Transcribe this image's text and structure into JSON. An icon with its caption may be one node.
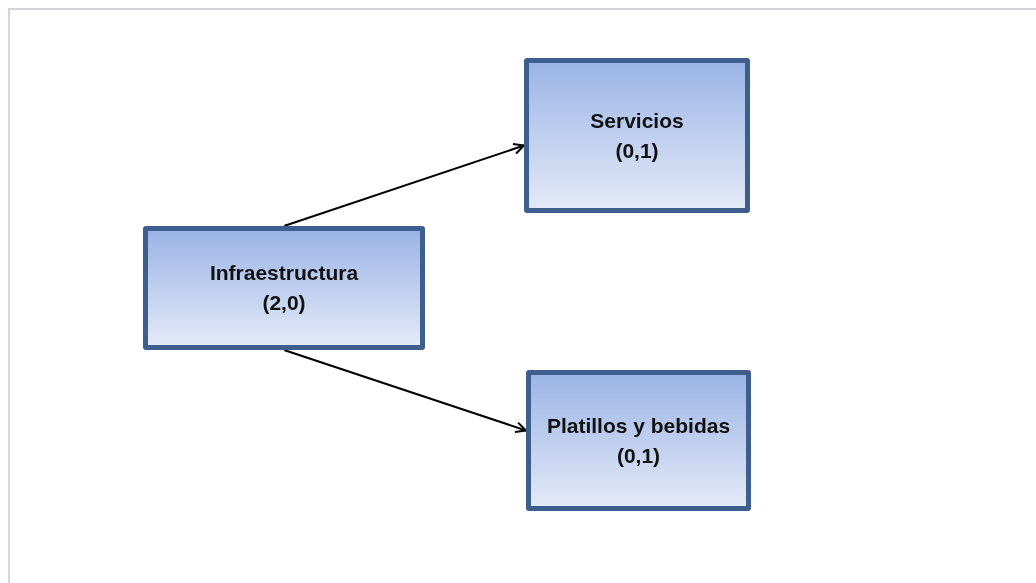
{
  "diagram": {
    "nodes": [
      {
        "text": [
          "Infraestructura",
          "(2,0)"
        ]
      },
      {
        "text": [
          "Servicios",
          "(0,1)"
        ]
      },
      {
        "text": [
          "Platillos y bebidas",
          "(0,1)"
        ]
      }
    ],
    "edges": [
      {
        "from": 0,
        "to": 1,
        "arrow": "to"
      },
      {
        "from": 0,
        "to": 2,
        "arrow": "to"
      }
    ]
  }
}
